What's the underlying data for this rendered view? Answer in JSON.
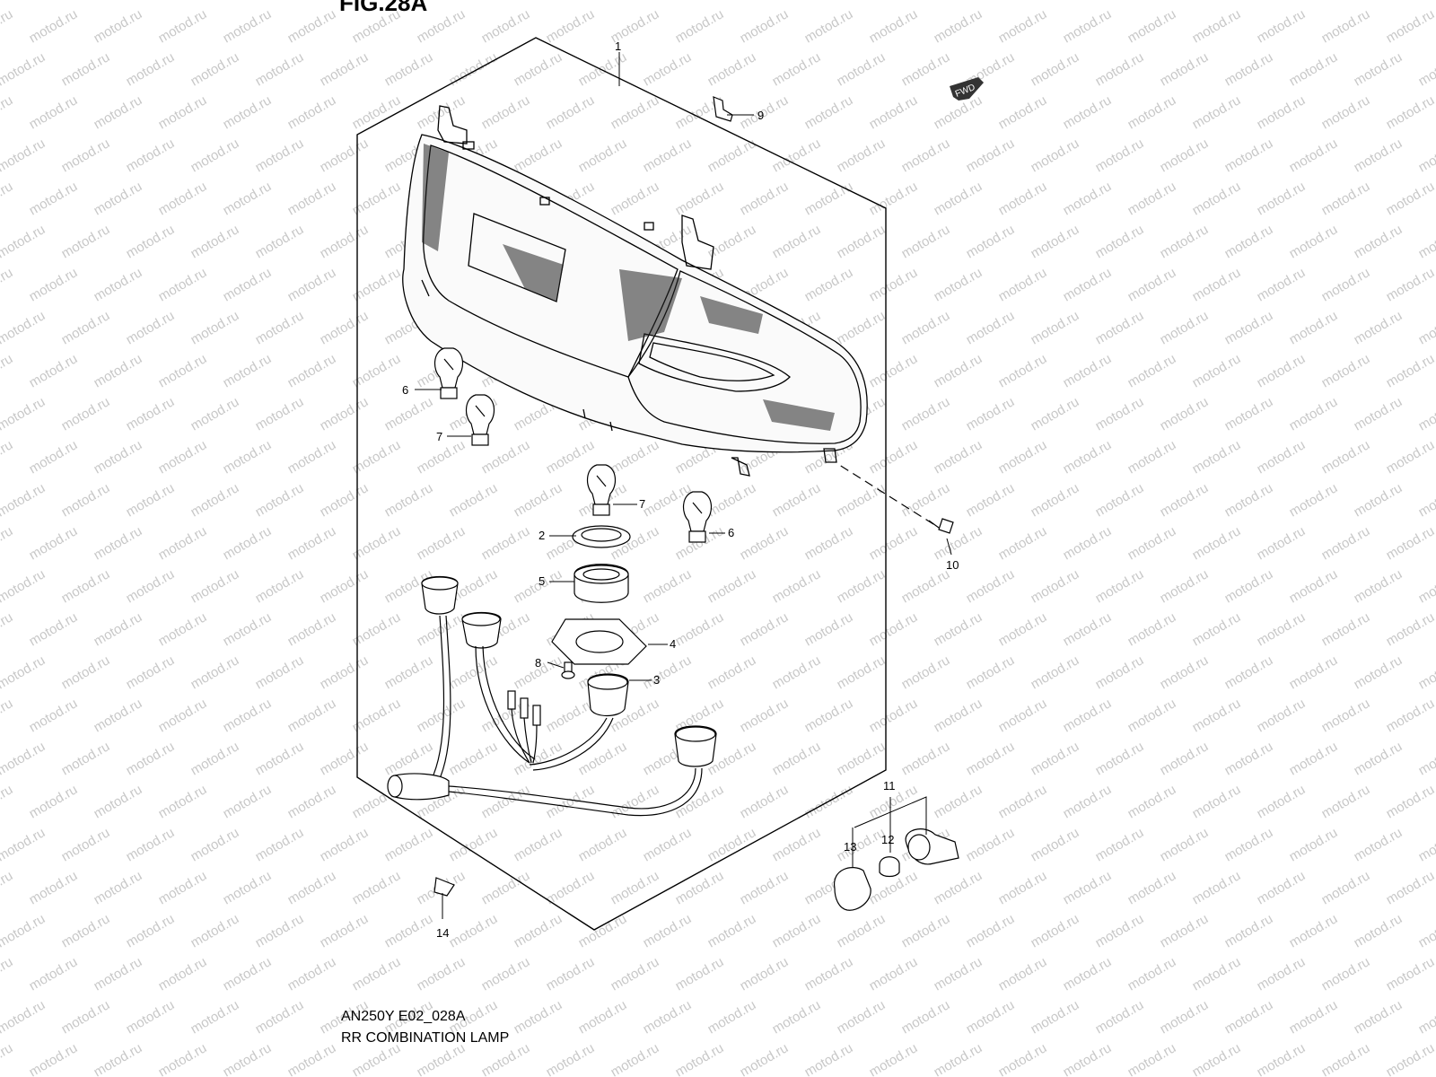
{
  "figure": {
    "title": "FIG.28A",
    "code": "AN250Y E02_028A",
    "name": "RR COMBINATION LAMP"
  },
  "watermark": {
    "text": "motod.ru"
  },
  "fwd_badge": {
    "text": "FWD"
  },
  "callouts": [
    {
      "id": "p1",
      "label": "1"
    },
    {
      "id": "p9",
      "label": "9"
    },
    {
      "id": "p6a",
      "label": "6"
    },
    {
      "id": "p7a",
      "label": "7"
    },
    {
      "id": "p7b",
      "label": "7"
    },
    {
      "id": "p6b",
      "label": "6"
    },
    {
      "id": "p2",
      "label": "2"
    },
    {
      "id": "p10",
      "label": "10"
    },
    {
      "id": "p5",
      "label": "5"
    },
    {
      "id": "p4",
      "label": "4"
    },
    {
      "id": "p8",
      "label": "8"
    },
    {
      "id": "p3",
      "label": "3"
    },
    {
      "id": "p11",
      "label": "11"
    },
    {
      "id": "p13",
      "label": "13"
    },
    {
      "id": "p12",
      "label": "12"
    },
    {
      "id": "p14",
      "label": "14"
    }
  ]
}
